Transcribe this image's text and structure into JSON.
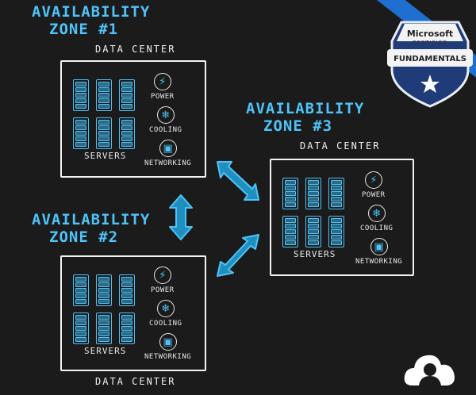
{
  "zones": [
    {
      "line1": "AVAILABILITY",
      "line2": "ZONE #1",
      "dc": "DATA CENTER"
    },
    {
      "line1": "AVAILABILITY",
      "line2": "ZONE #2",
      "dc": "DATA CENTER"
    },
    {
      "line1": "AVAILABILITY",
      "line2": "ZONE #3",
      "dc": "DATA CENTER"
    }
  ],
  "labels": {
    "servers": "SERVERS",
    "power": "POWER",
    "cooling": "COOLING",
    "networking": "NETWORKING"
  },
  "badge": {
    "brand": "Microsoft",
    "certified": "CERTIFIED",
    "level": "FUNDAMENTALS"
  },
  "icons": {
    "power": "lightning-icon",
    "cooling": "snowflake-icon",
    "networking": "network-device-icon"
  },
  "colors": {
    "accent": "#4fc3f7",
    "background": "#1b1b1c",
    "banner": "#1e6fd0",
    "badge_shield": "#1f3c78"
  }
}
